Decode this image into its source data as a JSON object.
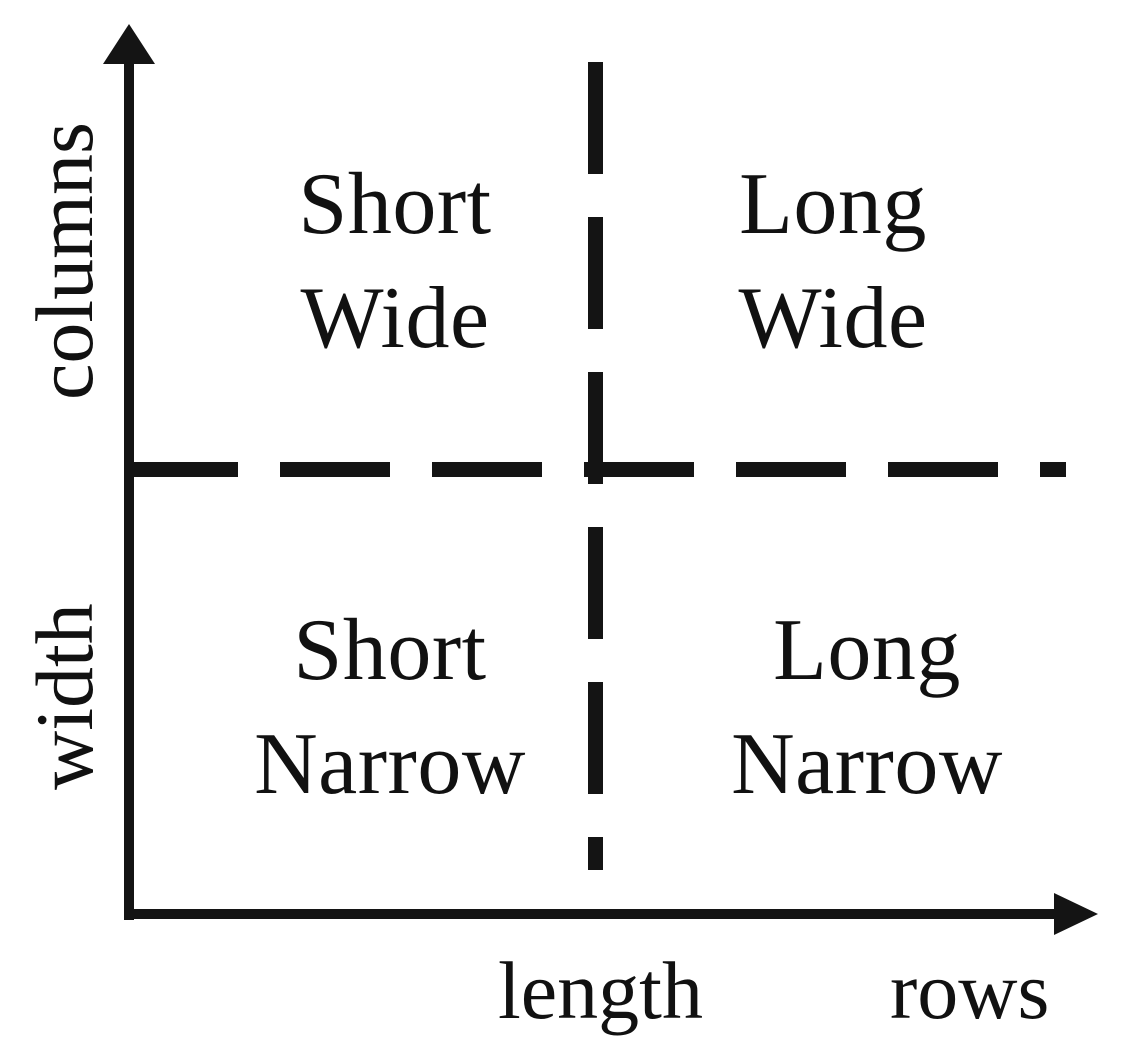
{
  "chart_data": {
    "type": "table",
    "title": "",
    "subtitle": "",
    "description": "Two-by-two quadrant diagram classifying matrix shapes by length (rows) and width (columns)",
    "xlabel": "length",
    "ylabel": "columns",
    "xlabel_secondary": "rows",
    "ylabel_secondary": "width",
    "grid": false,
    "legend": "none",
    "axes": {
      "x": {
        "labels": [
          "length",
          "rows"
        ],
        "arrow": true,
        "ticks": []
      },
      "y": {
        "labels": [
          "columns",
          "width"
        ],
        "arrow": true,
        "ticks": []
      }
    },
    "dividers": {
      "horizontal": {
        "style": "dashed",
        "position_fraction": 0.5
      },
      "vertical": {
        "style": "dashed",
        "position_fraction": 0.5
      }
    },
    "categories": [
      "Short",
      "Long"
    ],
    "series": [
      {
        "name": "Wide",
        "values": [
          "Short Wide",
          "Long Wide"
        ]
      },
      {
        "name": "Narrow",
        "values": [
          "Short Narrow",
          "Long Narrow"
        ]
      }
    ],
    "quadrants": [
      {
        "id": "top-left",
        "x": "Short",
        "y": "Wide",
        "label": "Short Wide"
      },
      {
        "id": "top-right",
        "x": "Long",
        "y": "Wide",
        "label": "Long Wide"
      },
      {
        "id": "bottom-left",
        "x": "Short",
        "y": "Narrow",
        "label": "Short Narrow"
      },
      {
        "id": "bottom-right",
        "x": "Long",
        "y": "Narrow",
        "label": "Long Narrow"
      }
    ]
  },
  "diagram": {
    "quadrants": {
      "top_left": {
        "line1": "Short",
        "line2": "Wide"
      },
      "top_right": {
        "line1": "Long",
        "line2": "Wide"
      },
      "bottom_left": {
        "line1": "Short",
        "line2": "Narrow"
      },
      "bottom_right": {
        "line1": "Long",
        "line2": "Narrow"
      }
    },
    "axis_labels": {
      "y_upper": "columns",
      "y_lower": "width",
      "x_left": "length",
      "x_right": "rows"
    }
  },
  "colors": {
    "ink": "#141414",
    "background": "#ffffff"
  }
}
